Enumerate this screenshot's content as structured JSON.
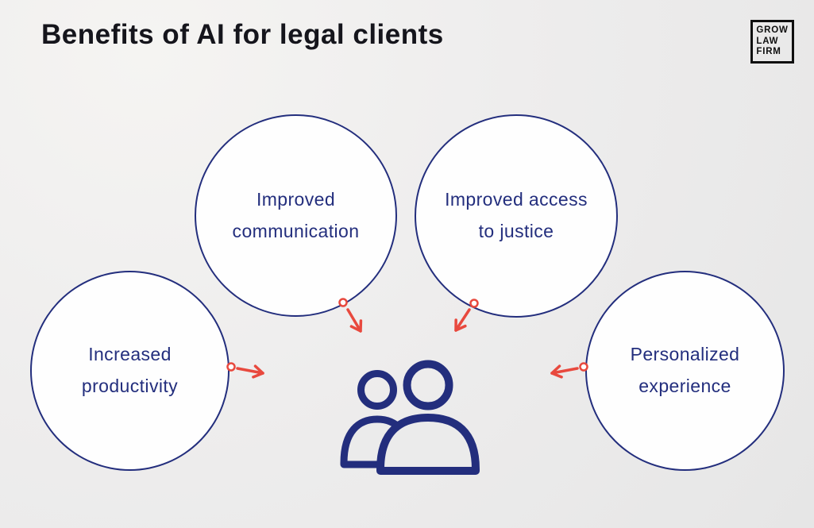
{
  "title": "Benefits of AI for legal clients",
  "logo": {
    "text": "GROW\nLAW\nFIRM"
  },
  "bubbles": [
    {
      "id": "improved-communication",
      "label": "Improved\ncommunication"
    },
    {
      "id": "improved-access-to-justice",
      "label": "Improved access\nto justice"
    },
    {
      "id": "increased-productivity",
      "label": "Increased\nproductivity"
    },
    {
      "id": "personalized-experience",
      "label": "Personalized\nexperience"
    }
  ],
  "center_icon": "two-people-clients-icon",
  "colors": {
    "navy": "#232e7d",
    "red": "#e8493e",
    "title": "#15151c",
    "background": "#ebebeb"
  }
}
